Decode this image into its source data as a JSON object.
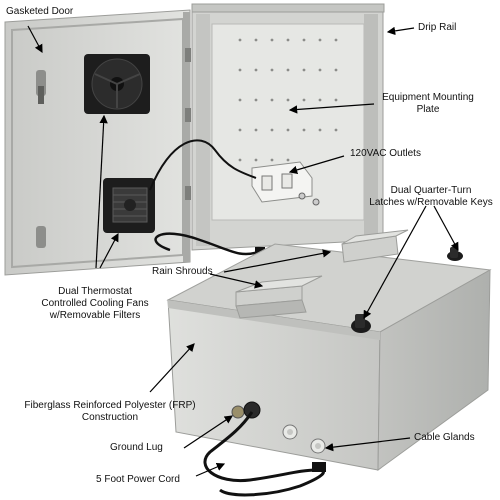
{
  "labels": {
    "gasketed_door": "Gasketed Door",
    "drip_rail": "Drip Rail",
    "mounting_plate_1": "Equipment Mounting",
    "mounting_plate_2": "Plate",
    "outlets": "120VAC Outlets",
    "latches_1": "Dual Quarter-Turn",
    "latches_2": "Latches w/Removable Keys",
    "rain_shrouds": "Rain Shrouds",
    "fans_1": "Dual Thermostat",
    "fans_2": "Controlled Cooling Fans",
    "fans_3": "w/Removable Filters",
    "frp_1": "Fiberglass Reinforced Polyester (FRP)",
    "frp_2": "Construction",
    "ground_lug": "Ground Lug",
    "cable_glands": "Cable Glands",
    "power_cord": "5 Foot Power Cord"
  },
  "colors": {
    "enclosure": "#d6d7d4",
    "enclosure_shadow": "#b9bbb8",
    "interior": "#e4e5e2",
    "fan": "#1c1c1c",
    "cable": "#111111",
    "arrow": "#000000"
  }
}
